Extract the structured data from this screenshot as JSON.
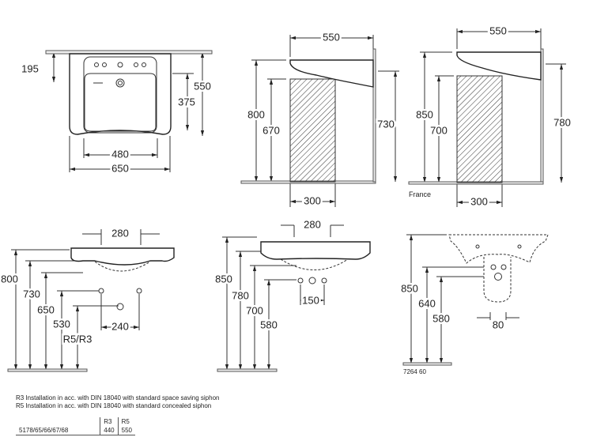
{
  "plan_view": {
    "d195": "195",
    "d375": "375",
    "d550": "550",
    "d480": "480",
    "d650": "650"
  },
  "side_view_1": {
    "d550": "550",
    "d800": "800",
    "d670": "670",
    "d730": "730",
    "d300": "300"
  },
  "side_view_2": {
    "d550": "550",
    "d850": "850",
    "d700": "700",
    "d780": "780",
    "d300": "300",
    "label": "France"
  },
  "front_view_1": {
    "d280": "280",
    "d800": "800",
    "d730": "730",
    "d650": "650",
    "d530": "530",
    "r": "R5/R3",
    "d240": "240"
  },
  "front_view_2": {
    "d280": "280",
    "d850": "850",
    "d780": "780",
    "d700": "700",
    "d580": "580",
    "d150": "150"
  },
  "front_view_3": {
    "d850": "850",
    "d640": "640",
    "d580": "580",
    "d80": "80",
    "code": "7264 60"
  },
  "notes": [
    "R3  Installation in acc. with DIN 18040 with standard space saving siphon",
    "R5  Installation in acc. with DIN 18040 with standard concealed siphon"
  ],
  "table": {
    "headers": [
      "",
      "R3",
      "R5"
    ],
    "rows": [
      [
        "5178/65/66/67/68",
        "440",
        "550"
      ]
    ]
  }
}
